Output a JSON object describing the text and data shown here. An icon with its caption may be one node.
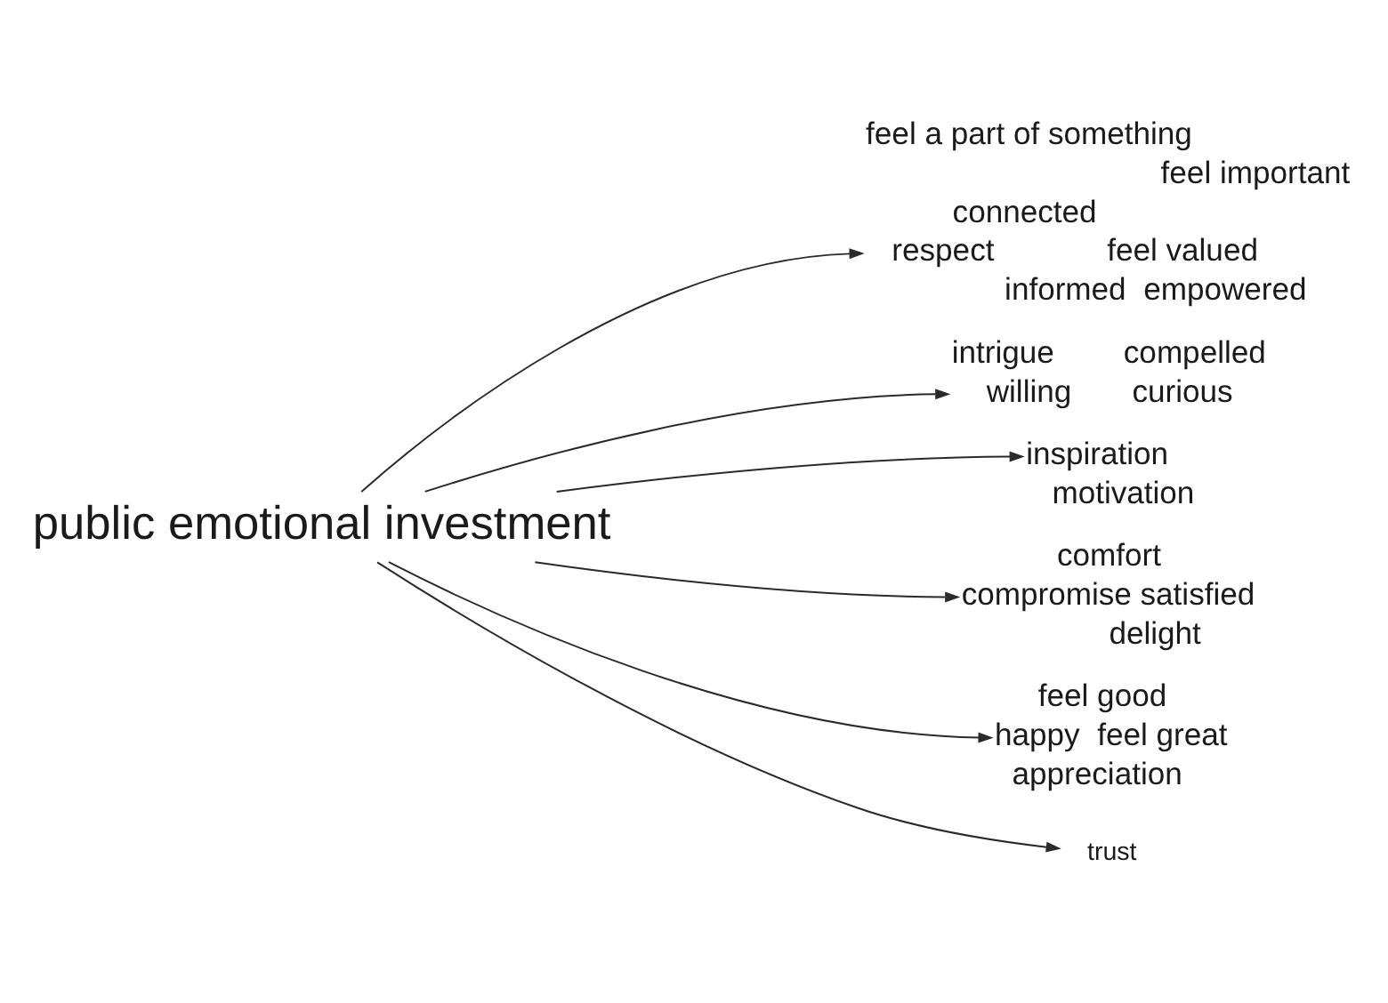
{
  "diagram": {
    "nodes": [
      {
        "text": [
          "public emotional investment"
        ]
      },
      {
        "text": [
          "feel a part of something",
          "feel important",
          "connected",
          "respect",
          "feel valued",
          "informed",
          "empowered"
        ]
      },
      {
        "text": [
          "intrigue",
          "compelled",
          "willing",
          "curious"
        ]
      },
      {
        "text": [
          "inspiration",
          "motivation"
        ]
      },
      {
        "text": [
          "comfort",
          "satisfied",
          "compromise",
          "delight"
        ]
      },
      {
        "text": [
          "feel good",
          "happy",
          "feel great",
          "appreciation"
        ]
      },
      {
        "text": [
          "trust"
        ]
      }
    ],
    "edges": [
      {
        "from": 0,
        "to": 1,
        "arrow": "to"
      },
      {
        "from": 0,
        "to": 2,
        "arrow": "to"
      },
      {
        "from": 0,
        "to": 3,
        "arrow": "to"
      },
      {
        "from": 0,
        "to": 4,
        "arrow": "to"
      },
      {
        "from": 0,
        "to": 5,
        "arrow": "to"
      },
      {
        "from": 0,
        "to": 6,
        "arrow": "to"
      }
    ]
  }
}
